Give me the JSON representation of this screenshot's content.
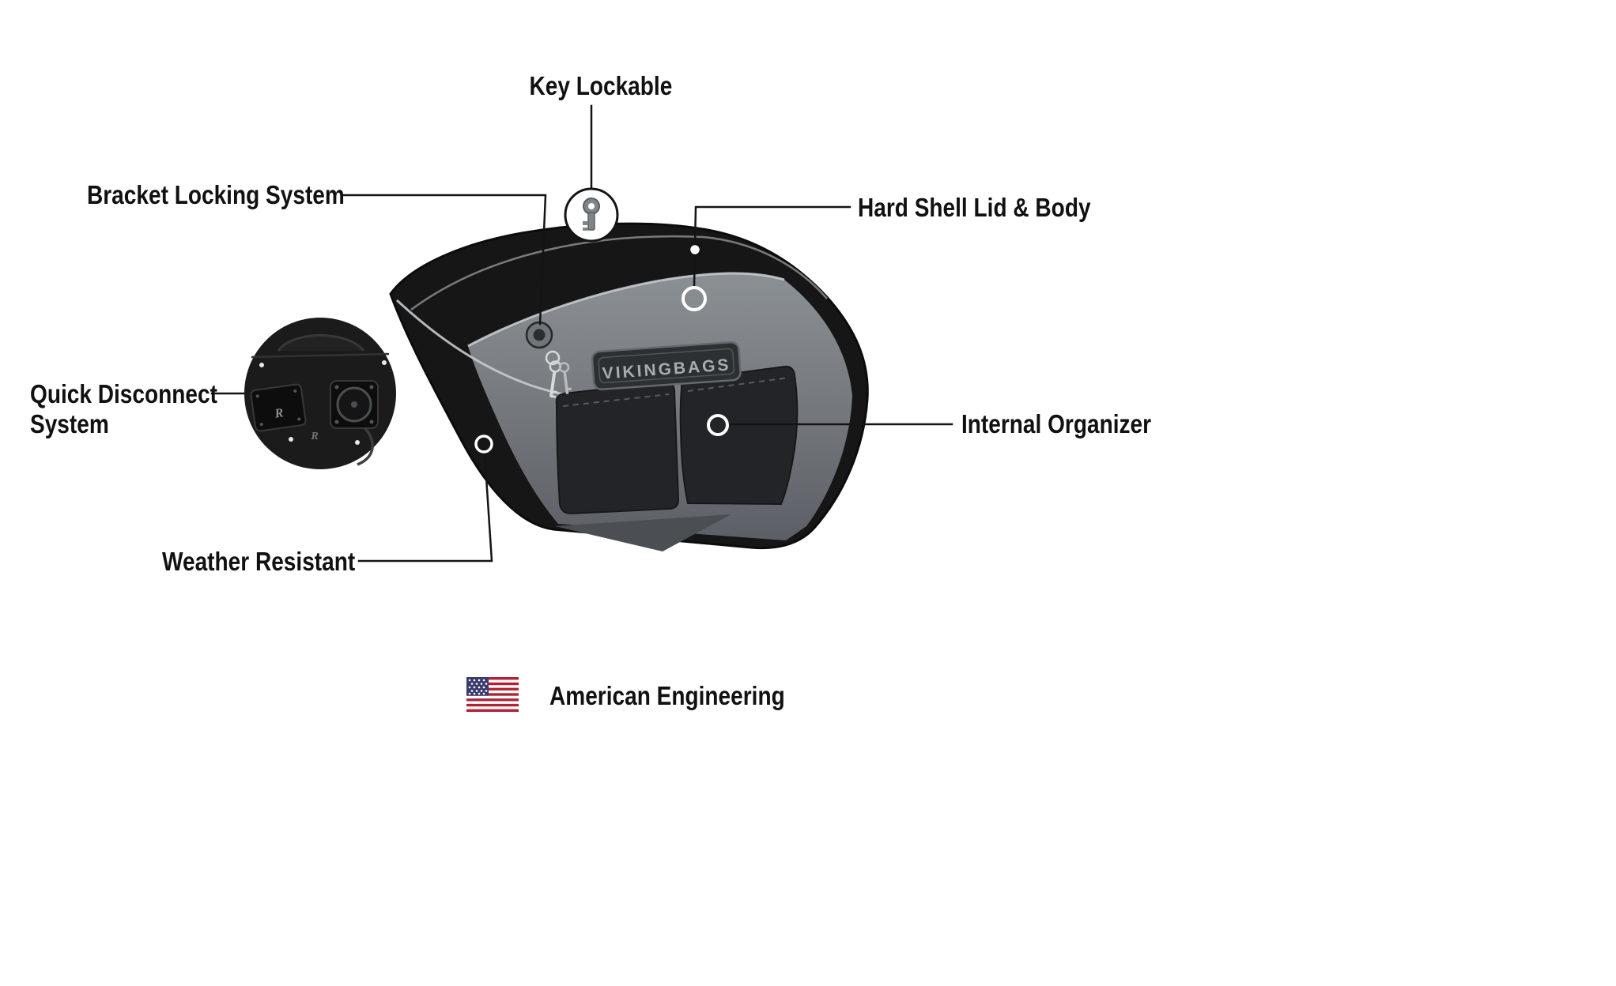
{
  "labels": {
    "key_lockable": "Key Lockable",
    "bracket_locking_system": "Bracket Locking System",
    "hard_shell_lid_body": "Hard Shell Lid & Body",
    "quick_disconnect_line1": "Quick Disconnect",
    "quick_disconnect_line2": "System",
    "internal_organizer": "Internal Organizer",
    "weather_resistant": "Weather Resistant",
    "american_engineering": "American Engineering"
  },
  "product": {
    "badge_text": "VIKINGBAGS",
    "inset_logo": "R"
  },
  "icons": {
    "key": "key-icon",
    "us_flag": "us-flag-icon",
    "lock": "lock-icon"
  },
  "colors": {
    "background": "#ffffff",
    "text": "#111111",
    "callout_line": "#141414",
    "bag_black": "#161616",
    "bag_gray_top": "#8b9095",
    "bag_gray_bottom": "#5c6066",
    "pocket": "#222427",
    "badge_plate": "#2d3033",
    "badge_text": "#a6acb1",
    "marker": "#ffffff",
    "flag_red": "#B22234",
    "flag_blue": "#3C3B6E"
  }
}
